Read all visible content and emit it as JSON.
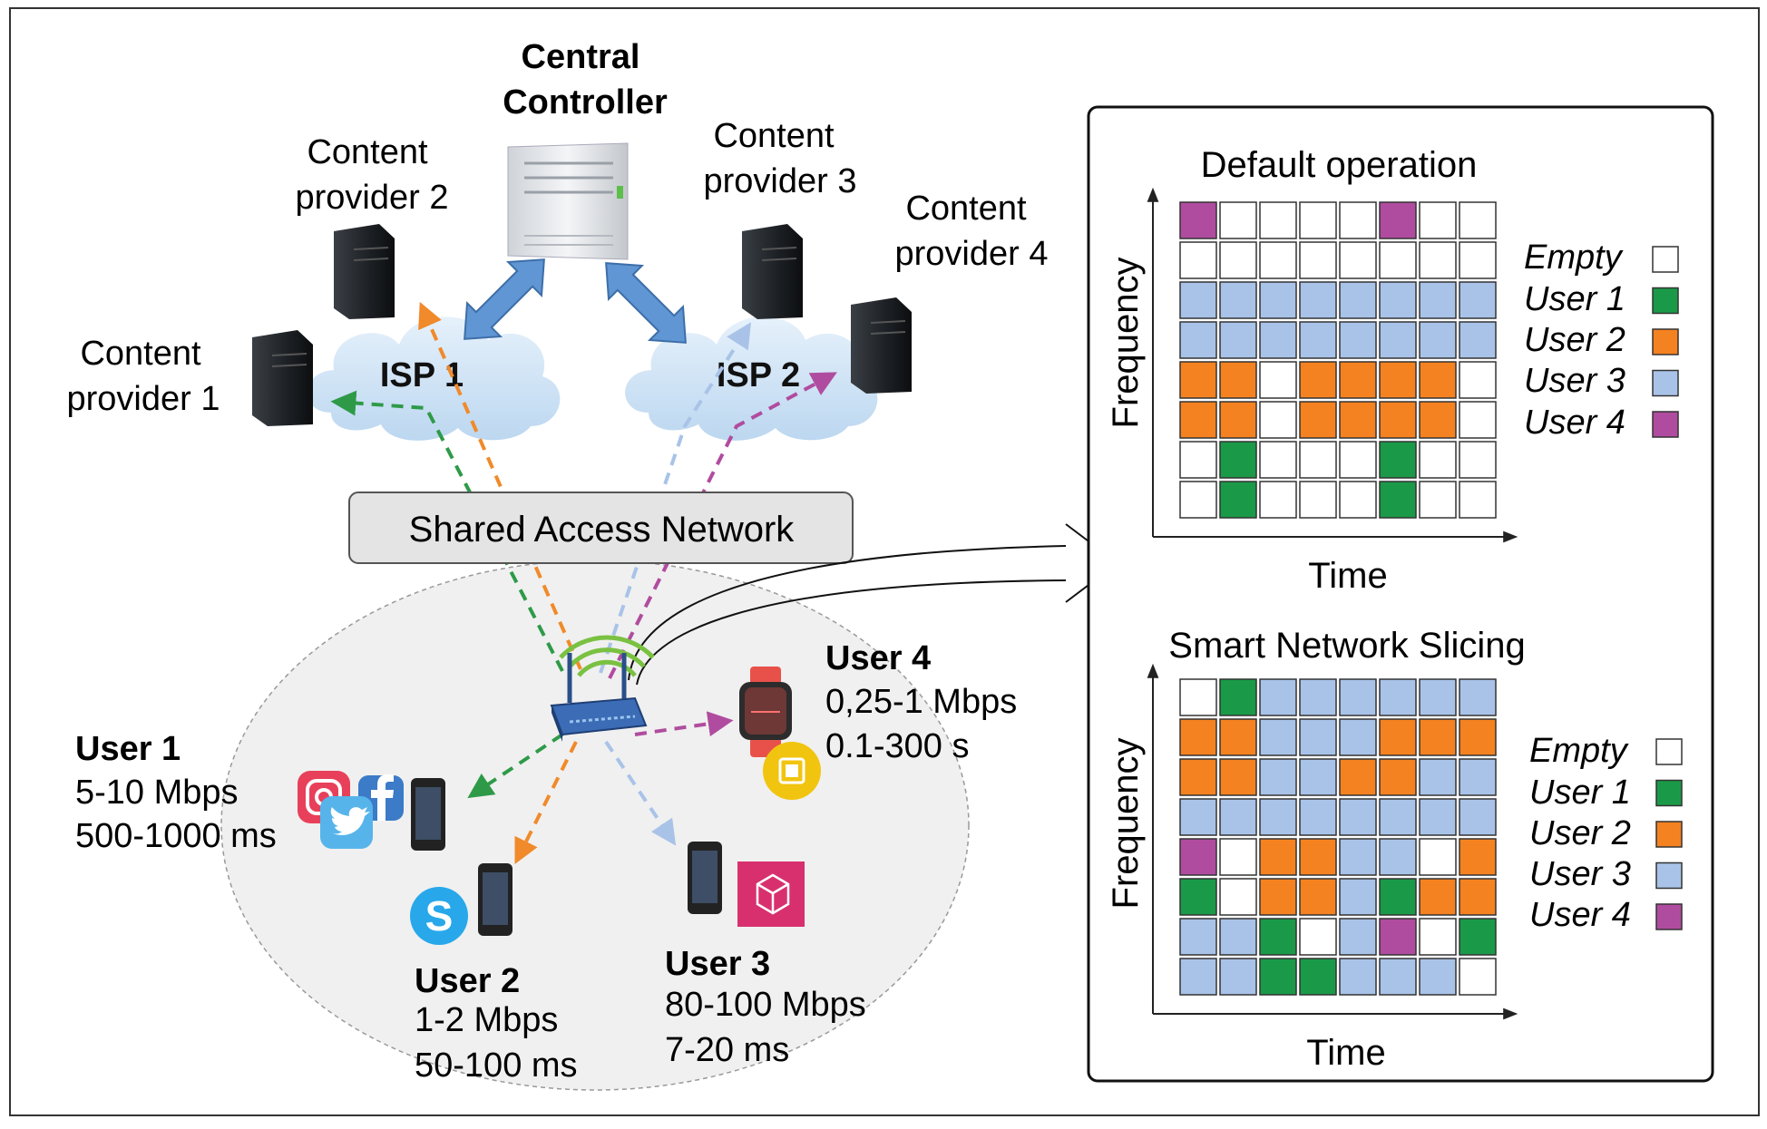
{
  "central_controller": {
    "line1": "Central",
    "line2": "Controller"
  },
  "content_providers": [
    {
      "line1": "Content",
      "line2": "provider 1"
    },
    {
      "line1": "Content",
      "line2": "provider 2"
    },
    {
      "line1": "Content",
      "line2": "provider 3"
    },
    {
      "line1": "Content",
      "line2": "provider 4"
    }
  ],
  "isps": [
    "ISP 1",
    "ISP 2"
  ],
  "shared_access_network": "Shared Access Network",
  "users": [
    {
      "name": "User 1",
      "rate": "5-10 Mbps",
      "latency": "500-1000 ms",
      "color": "#2e9a48"
    },
    {
      "name": "User 2",
      "rate": "1-2 Mbps",
      "latency": "50-100 ms",
      "color": "#f08a2a"
    },
    {
      "name": "User 3",
      "rate": "80-100 Mbps",
      "latency": "7-20 ms",
      "color": "#a9c3e8"
    },
    {
      "name": "User 4",
      "rate": "0,25-1 Mbps",
      "latency": "0.1-300 s",
      "color": "#b04c9f"
    }
  ],
  "icons": [
    "server-icon",
    "cloud-icon",
    "router-icon",
    "smartphone-icon",
    "smartwatch-icon",
    "instagram-icon",
    "facebook-icon",
    "twitter-icon",
    "skype-icon",
    "vr-cube-icon",
    "chip-icon"
  ],
  "colors": {
    "empty": "#ffffff",
    "user1": "#1a9a48",
    "user2": "#f58220",
    "user3": "#a9c3e8",
    "user4": "#b04c9f"
  },
  "panels": [
    {
      "title": "Default operation",
      "ylabel": "Frequency",
      "xlabel": "Time",
      "legend": [
        "Empty",
        "User 1",
        "User 2",
        "User 3",
        "User 4"
      ],
      "grid": [
        [
          4,
          0,
          0,
          0,
          0,
          4,
          0,
          0
        ],
        [
          0,
          0,
          0,
          0,
          0,
          0,
          0,
          0
        ],
        [
          3,
          3,
          3,
          3,
          3,
          3,
          3,
          3
        ],
        [
          3,
          3,
          3,
          3,
          3,
          3,
          3,
          3
        ],
        [
          2,
          2,
          0,
          2,
          2,
          2,
          2,
          0
        ],
        [
          2,
          2,
          0,
          2,
          2,
          2,
          2,
          0
        ],
        [
          0,
          1,
          0,
          0,
          0,
          1,
          0,
          0
        ],
        [
          0,
          1,
          0,
          0,
          0,
          1,
          0,
          0
        ]
      ]
    },
    {
      "title": "Smart Network Slicing",
      "ylabel": "Frequency",
      "xlabel": "Time",
      "legend": [
        "Empty",
        "User 1",
        "User 2",
        "User 3",
        "User 4"
      ],
      "grid": [
        [
          0,
          1,
          3,
          3,
          3,
          3,
          3,
          3
        ],
        [
          2,
          2,
          3,
          3,
          3,
          2,
          2,
          2
        ],
        [
          2,
          2,
          3,
          3,
          2,
          2,
          3,
          3
        ],
        [
          3,
          3,
          3,
          3,
          3,
          3,
          3,
          3
        ],
        [
          4,
          0,
          2,
          2,
          3,
          3,
          0,
          2
        ],
        [
          1,
          0,
          2,
          2,
          3,
          1,
          2,
          2
        ],
        [
          3,
          3,
          1,
          0,
          3,
          4,
          0,
          1
        ],
        [
          3,
          3,
          1,
          1,
          3,
          3,
          3,
          0
        ]
      ]
    }
  ]
}
